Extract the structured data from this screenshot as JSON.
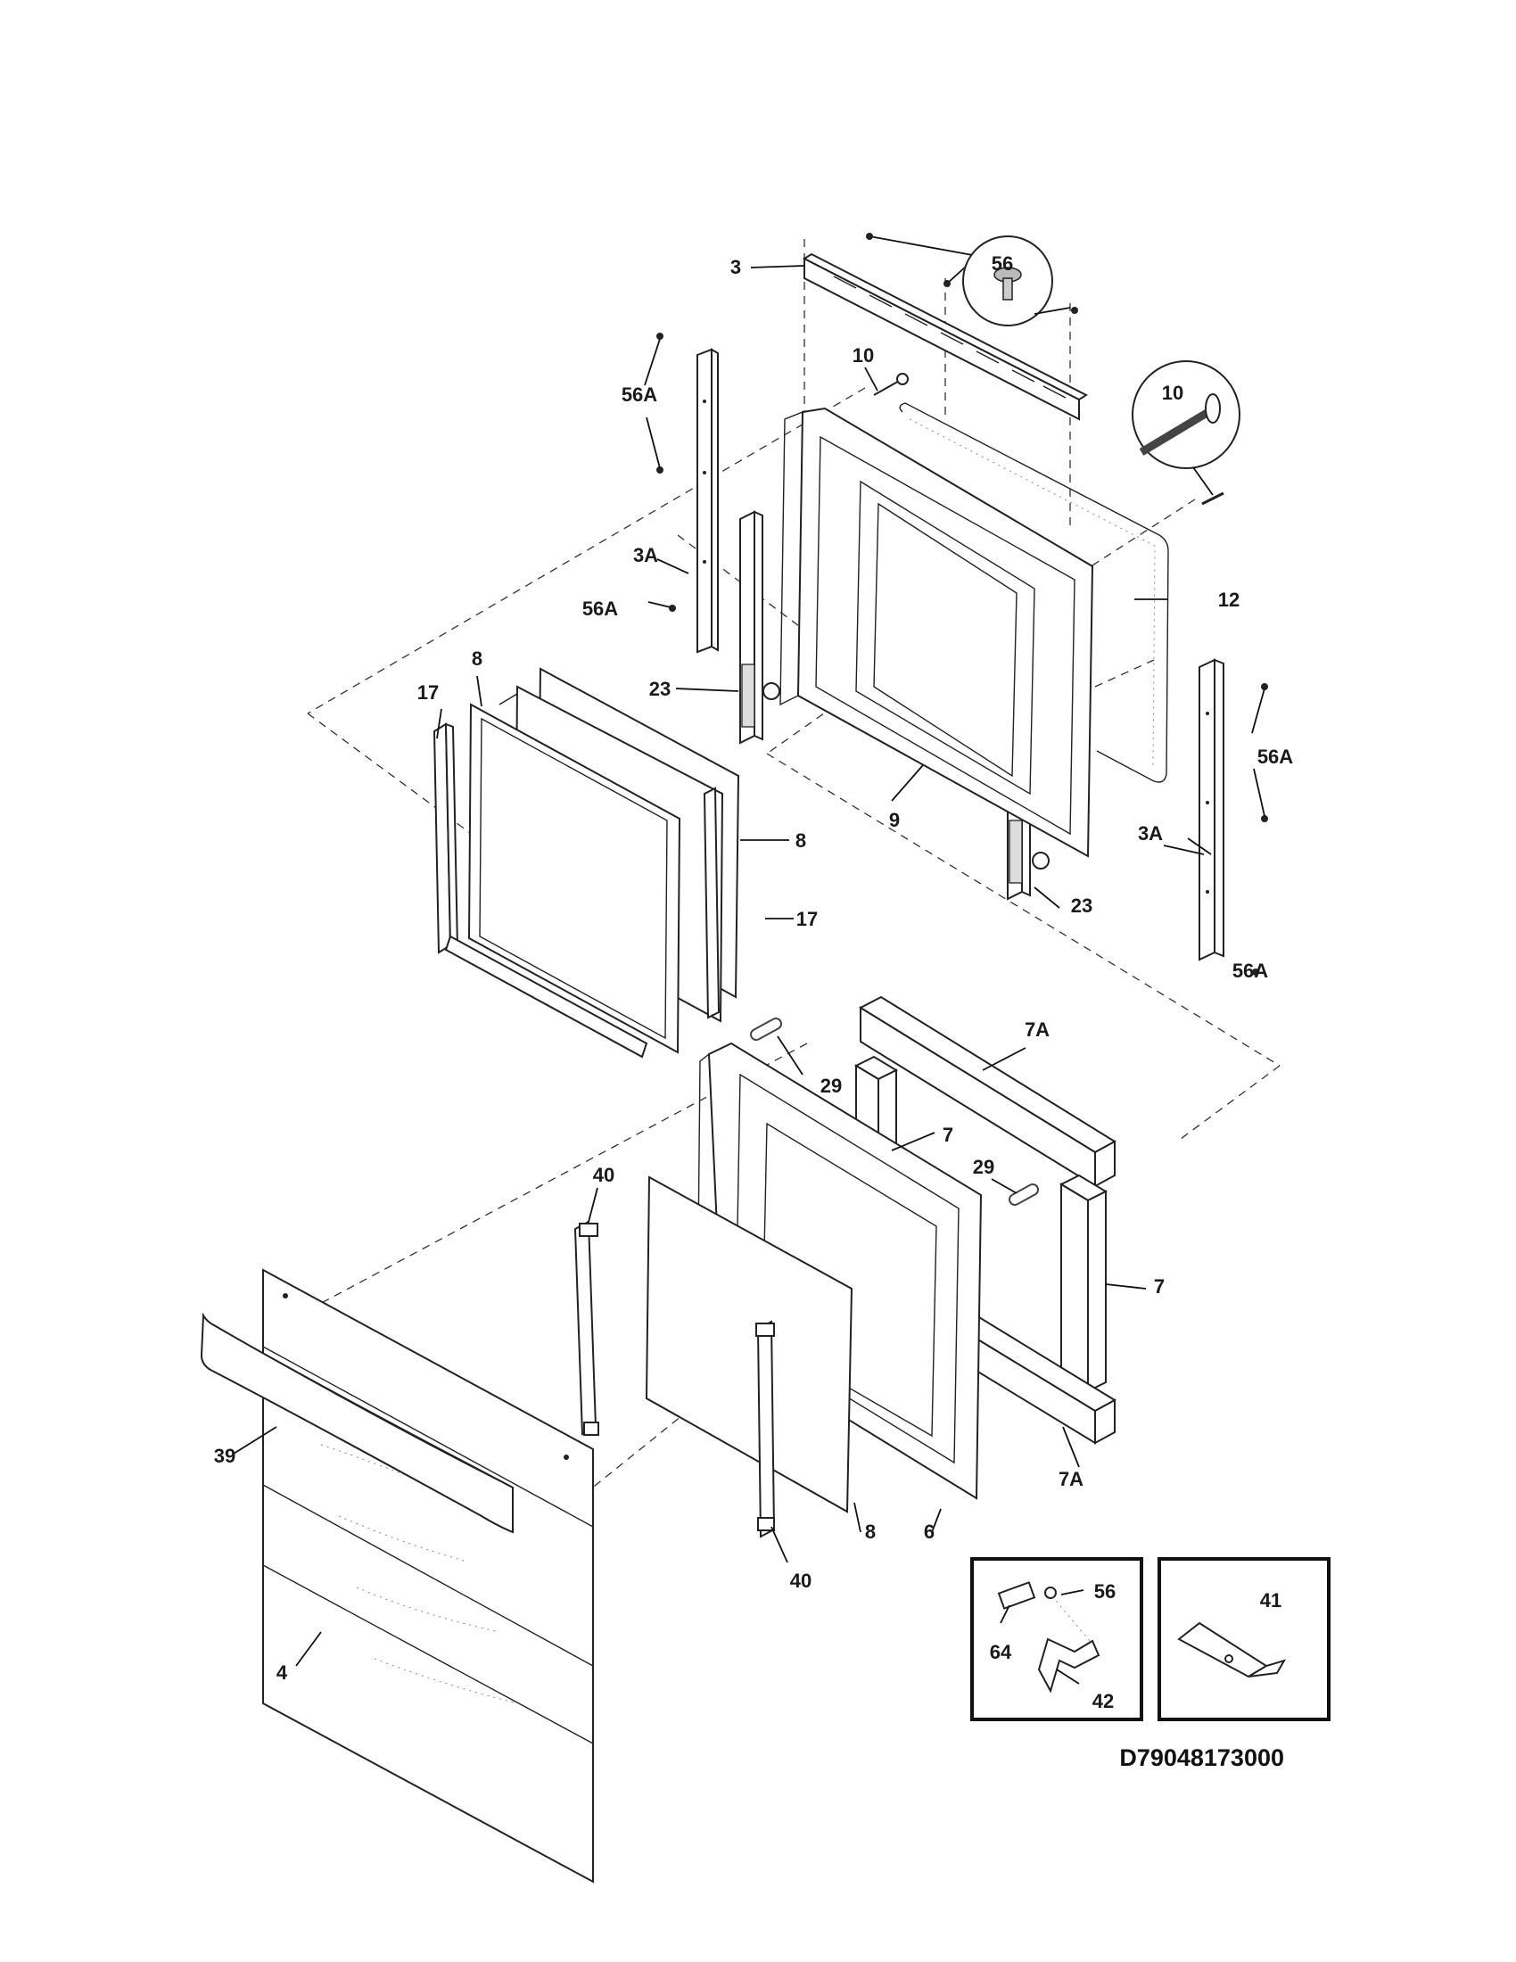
{
  "diagram": {
    "drawing_number": "D79048173000",
    "callouts": {
      "c3": "3",
      "c56_top": "56",
      "c10_small": "10",
      "c10_zoom": "10",
      "c56a_top": "56A",
      "c3a_left": "3A",
      "c56a_mid": "56A",
      "c12": "12",
      "c17_left": "17",
      "c8_top": "8",
      "c23_left": "23",
      "c56a_right": "56A",
      "c8_mid": "8",
      "c9": "9",
      "c3a_right": "3A",
      "c17_right": "17",
      "c23_right": "23",
      "c56a_bottom": "56A",
      "c7a_top": "7A",
      "c29_top": "29",
      "c7_left": "7",
      "c29_right": "29",
      "c40_top": "40",
      "c7_right": "7",
      "c39": "39",
      "c7a_bottom": "7A",
      "c8_bottom": "8",
      "c6": "6",
      "c40_bottom": "40",
      "c4": "4",
      "c56_inset": "56",
      "c64": "64",
      "c42": "42",
      "c41": "41"
    }
  }
}
